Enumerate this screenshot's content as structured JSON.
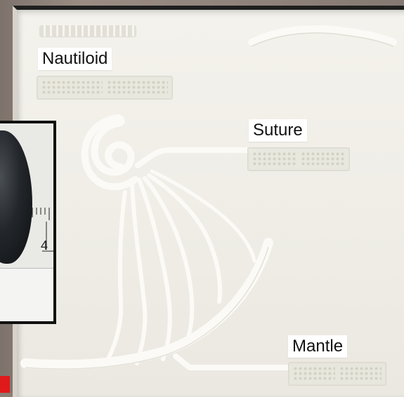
{
  "labels": {
    "nautiloid": "Nautiloid",
    "suture": "Suture",
    "mantle": "Mantle"
  },
  "inset": {
    "ruler_number": "4"
  },
  "colors": {
    "board": "#f0eee8",
    "label_background": "#ffffff",
    "frame": "#1f1f1f",
    "tag": "#e01a1a"
  }
}
